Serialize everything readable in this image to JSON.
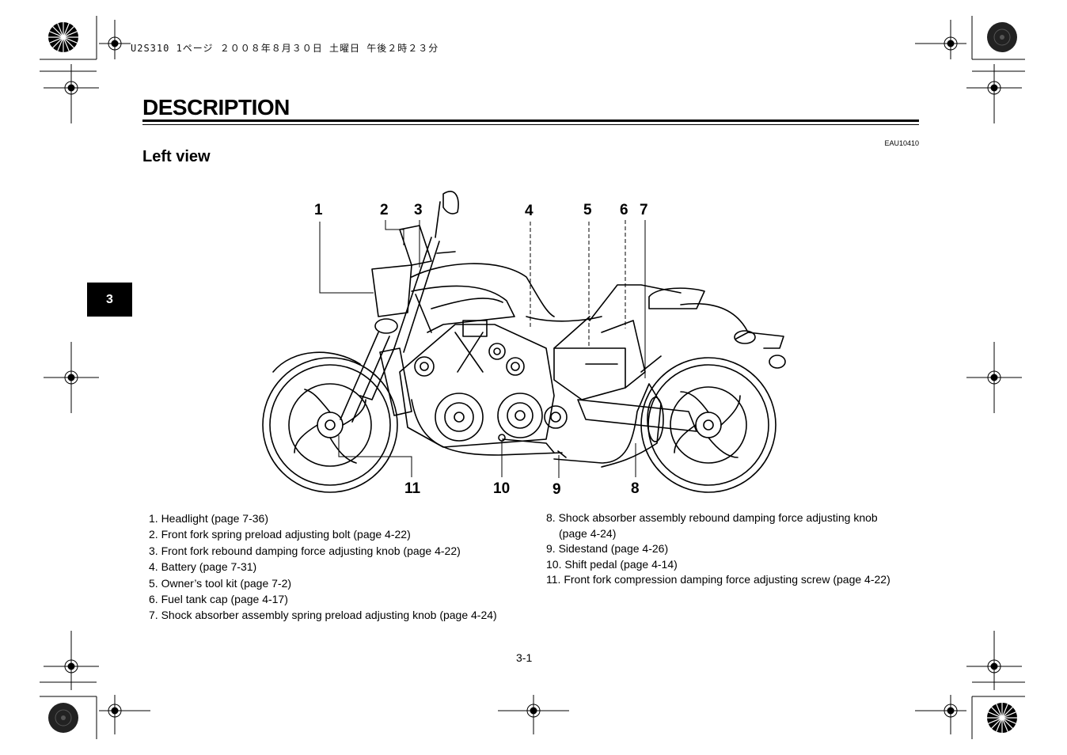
{
  "header": {
    "print_info": "U2S310 1ページ ２００８年８月３０日 土曜日 午後２時２３分"
  },
  "page": {
    "title": "DESCRIPTION",
    "code": "EAU10410",
    "subtitle": "Left view",
    "tab": "3",
    "page_number": "3-1"
  },
  "callouts": [
    "1",
    "2",
    "3",
    "4",
    "5",
    "6",
    "7",
    "8",
    "9",
    "10",
    "11"
  ],
  "legend_left": [
    "1. Headlight (page 7-36)",
    "2. Front fork spring preload adjusting bolt (page 4-22)",
    "3. Front fork rebound damping force adjusting knob (page 4-22)",
    "4. Battery (page 7-31)",
    "5. Owner’s tool kit (page 7-2)",
    "6. Fuel tank cap (page 4-17)",
    "7. Shock absorber assembly spring preload adjusting knob (page 4-24)"
  ],
  "legend_right": [
    "8. Shock absorber assembly rebound damping force adjusting knob",
    "(page 4-24)",
    "9. Sidestand (page 4-26)",
    "10. Shift pedal (page 4-14)",
    "11. Front fork compression damping force adjusting screw (page 4-22)"
  ]
}
